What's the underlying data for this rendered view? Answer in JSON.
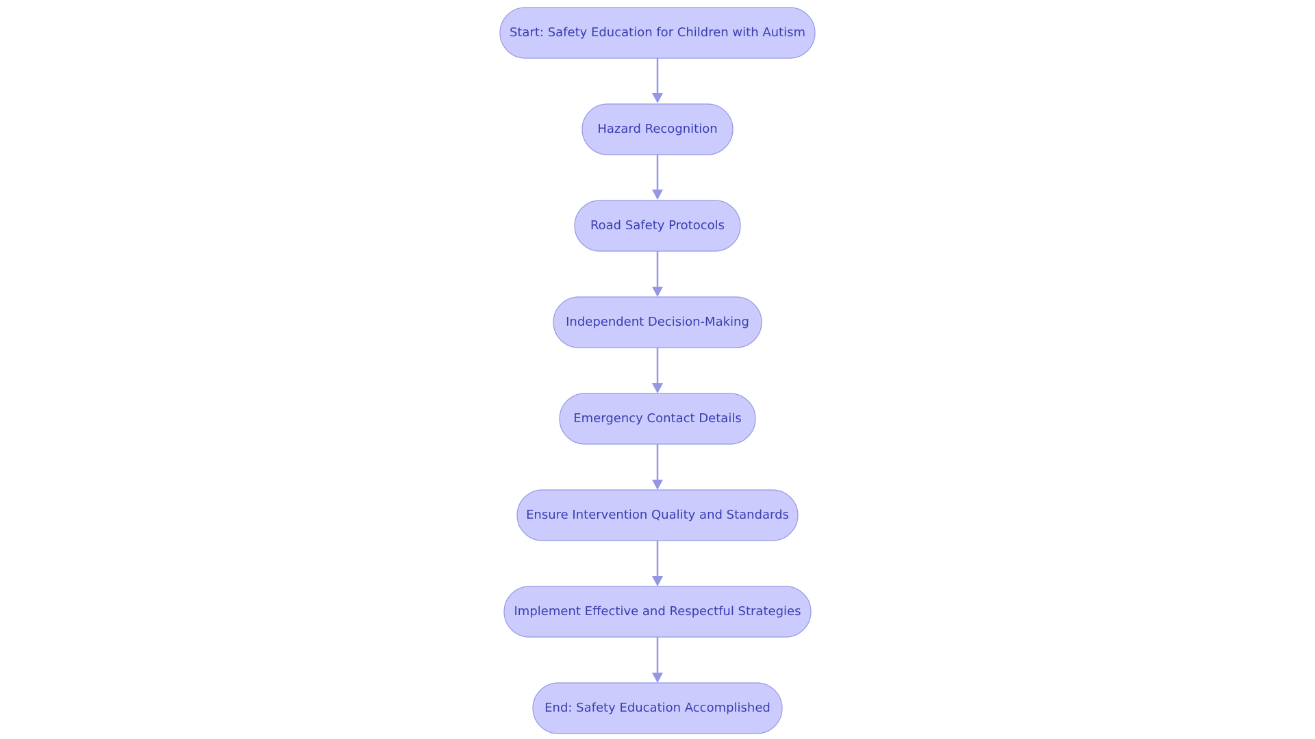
{
  "diagram": {
    "type": "flowchart",
    "direction": "top-to-bottom",
    "colors": {
      "node_fill": "#CBCCFD",
      "node_stroke": "#9597E6",
      "node_text": "#3A3DAF",
      "edge": "#9597E6",
      "background": "#FFFFFF"
    },
    "nodes": [
      {
        "id": "start",
        "label": "Start: Safety Education for Children with Autism"
      },
      {
        "id": "hazard",
        "label": "Hazard Recognition"
      },
      {
        "id": "road",
        "label": "Road Safety Protocols"
      },
      {
        "id": "decision",
        "label": "Independent Decision-Making"
      },
      {
        "id": "emergency",
        "label": "Emergency Contact Details"
      },
      {
        "id": "quality",
        "label": "Ensure Intervention Quality and Standards"
      },
      {
        "id": "strategies",
        "label": "Implement Effective and Respectful Strategies"
      },
      {
        "id": "end",
        "label": "End: Safety Education Accomplished"
      }
    ],
    "edges": [
      {
        "from": "start",
        "to": "hazard"
      },
      {
        "from": "hazard",
        "to": "road"
      },
      {
        "from": "road",
        "to": "decision"
      },
      {
        "from": "decision",
        "to": "emergency"
      },
      {
        "from": "emergency",
        "to": "quality"
      },
      {
        "from": "quality",
        "to": "strategies"
      },
      {
        "from": "strategies",
        "to": "end"
      }
    ]
  }
}
